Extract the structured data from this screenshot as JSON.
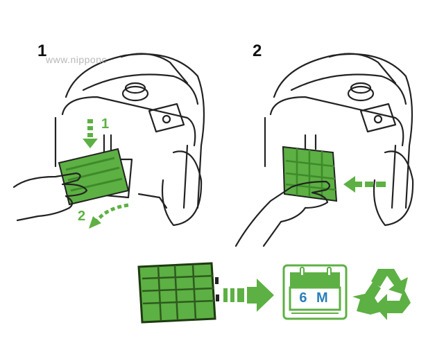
{
  "steps": [
    {
      "number": "1",
      "sub_arrows": [
        "1",
        "2"
      ]
    },
    {
      "number": "2"
    }
  ],
  "watermark": "www.nipponc",
  "calendar": {
    "label": "6 M"
  },
  "icons": [
    "vacuum-cleaner",
    "filter",
    "dashed-arrow",
    "calendar",
    "recycle"
  ],
  "colors": {
    "accent": "#5db043",
    "line": "#222222"
  }
}
